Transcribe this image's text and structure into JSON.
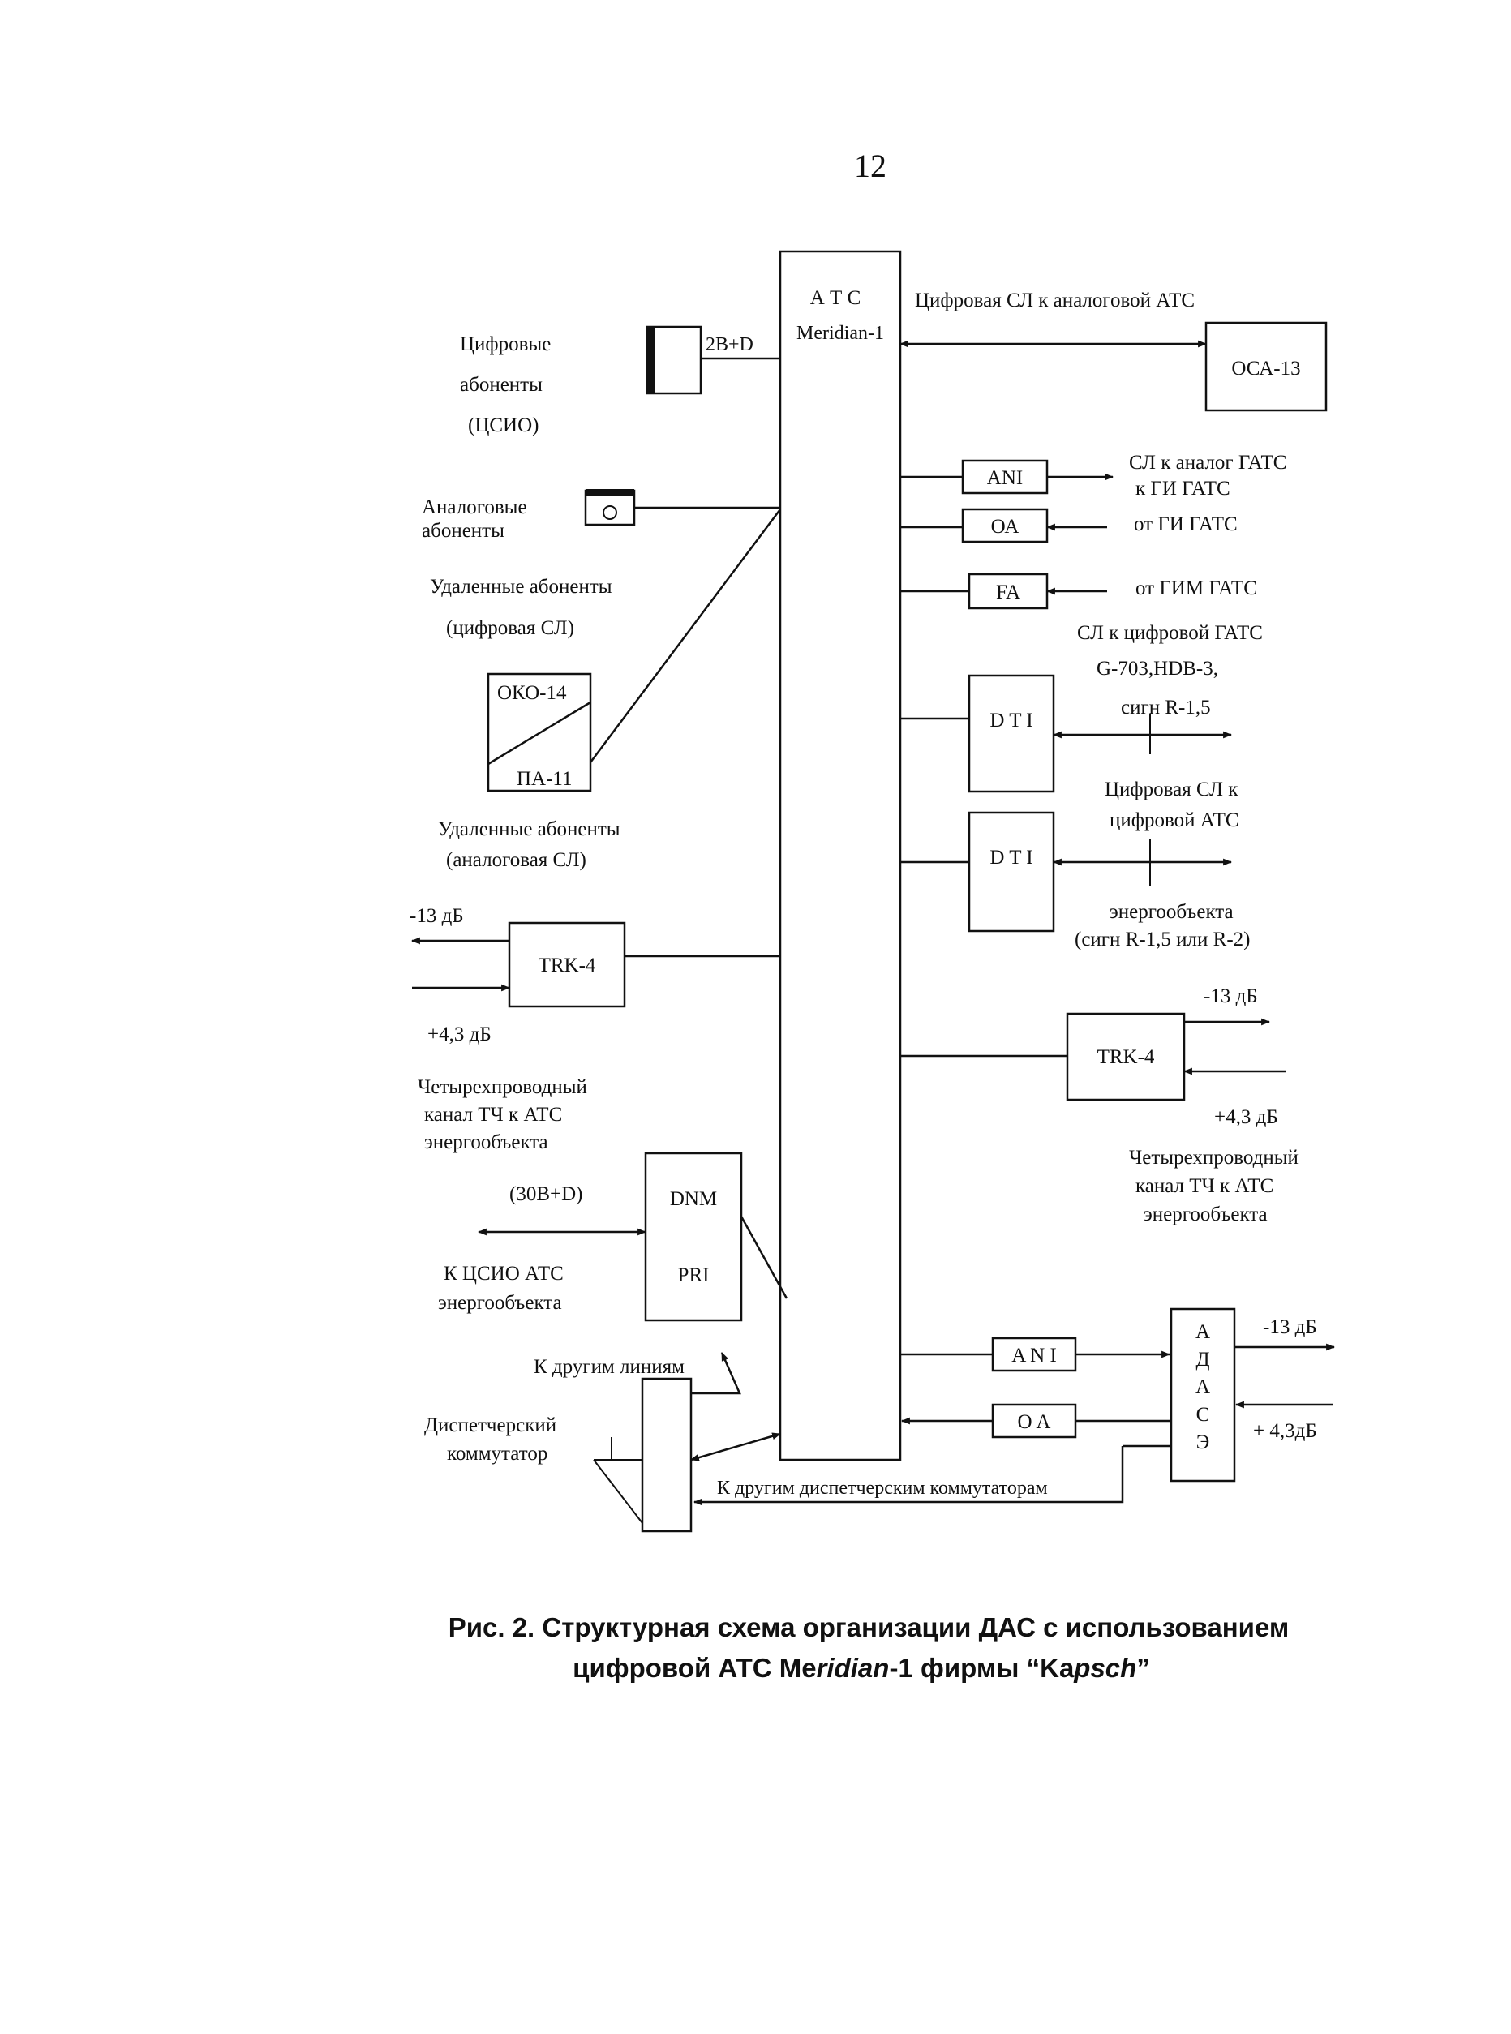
{
  "page_number": "12",
  "ats": {
    "title": "А Т С",
    "model": "Meridian-1"
  },
  "digital_subscribers": {
    "line1": "Цифровые",
    "line2": "абоненты",
    "line3": "(ЦСИО)",
    "iface": "2B+D"
  },
  "analog_subscribers": {
    "line1": "Аналоговые",
    "line2": "абоненты"
  },
  "remote_digital": {
    "line1": "Удаленные абоненты",
    "line2": "(цифровая СЛ)"
  },
  "oko": {
    "top": "ОКО-14",
    "bottom": "ПА-11"
  },
  "remote_analog": {
    "line1": "Удаленные абоненты",
    "line2": "(аналоговая СЛ)"
  },
  "trk_left": {
    "label": "TRK-4",
    "out_level": "-13 дБ",
    "in_level": "+4,3 дБ",
    "desc1": "Четырехпроводный",
    "desc2": "канал ТЧ к АТС",
    "desc3": "энергообъекта"
  },
  "dnm": {
    "top": "DNM",
    "bottom": "PRI",
    "iface": "(30B+D)",
    "desc1": "К ЦСИО АТС",
    "desc2": "энергообъекта"
  },
  "dispatcher": {
    "other_lines": "К другим линиям",
    "desc1": "Диспетчерский",
    "desc2": "коммутатор",
    "other_switches": "К другим диспетчерским коммутаторам"
  },
  "osa": {
    "label": "ОСА-13",
    "link": "Цифровая СЛ к аналоговой АТС"
  },
  "ani_top": {
    "label": "ANI",
    "desc1": "СЛ к аналог  ГАТС",
    "desc2": "к ГИ ГАТС"
  },
  "oa_top": {
    "label": "ОА",
    "desc": "от ГИ ГАТС"
  },
  "fa": {
    "label": "FA",
    "desc": "от ГИМ ГАТС"
  },
  "dti1": {
    "label": "D T I",
    "desc1": "СЛ  к  цифровой ГАТС",
    "desc2": "G-703,HDB-3,",
    "desc3": "сигн R-1,5"
  },
  "dti2": {
    "label": "D T I",
    "desc1": "Цифровая СЛ к",
    "desc2": "цифровой АТС",
    "desc3": "энергообъекта",
    "desc4": "(сигн R-1,5 или R-2)"
  },
  "trk_right": {
    "label": "TRK-4",
    "out_level": "-13 дБ",
    "in_level": "+4,3 дБ",
    "desc1": "Четырехпроводный",
    "desc2": "канал ТЧ к АТС",
    "desc3": "энергообъекта"
  },
  "ani_bottom": {
    "label": "A N I"
  },
  "oa_bottom": {
    "label": "O A"
  },
  "adase": {
    "letters": [
      "А",
      "Д",
      "А",
      "С",
      "Э"
    ],
    "out_level": "-13 дБ",
    "in_level": "+ 4,3дБ"
  },
  "caption": {
    "line1": "Рис. 2. Структурная схема организации ДАС с использованием",
    "line2_a": "цифровой АТС Me",
    "line2_b": "ridian",
    "line2_c": "-1 фирмы “Ka",
    "line2_d": "psch",
    "line2_e": "”"
  }
}
